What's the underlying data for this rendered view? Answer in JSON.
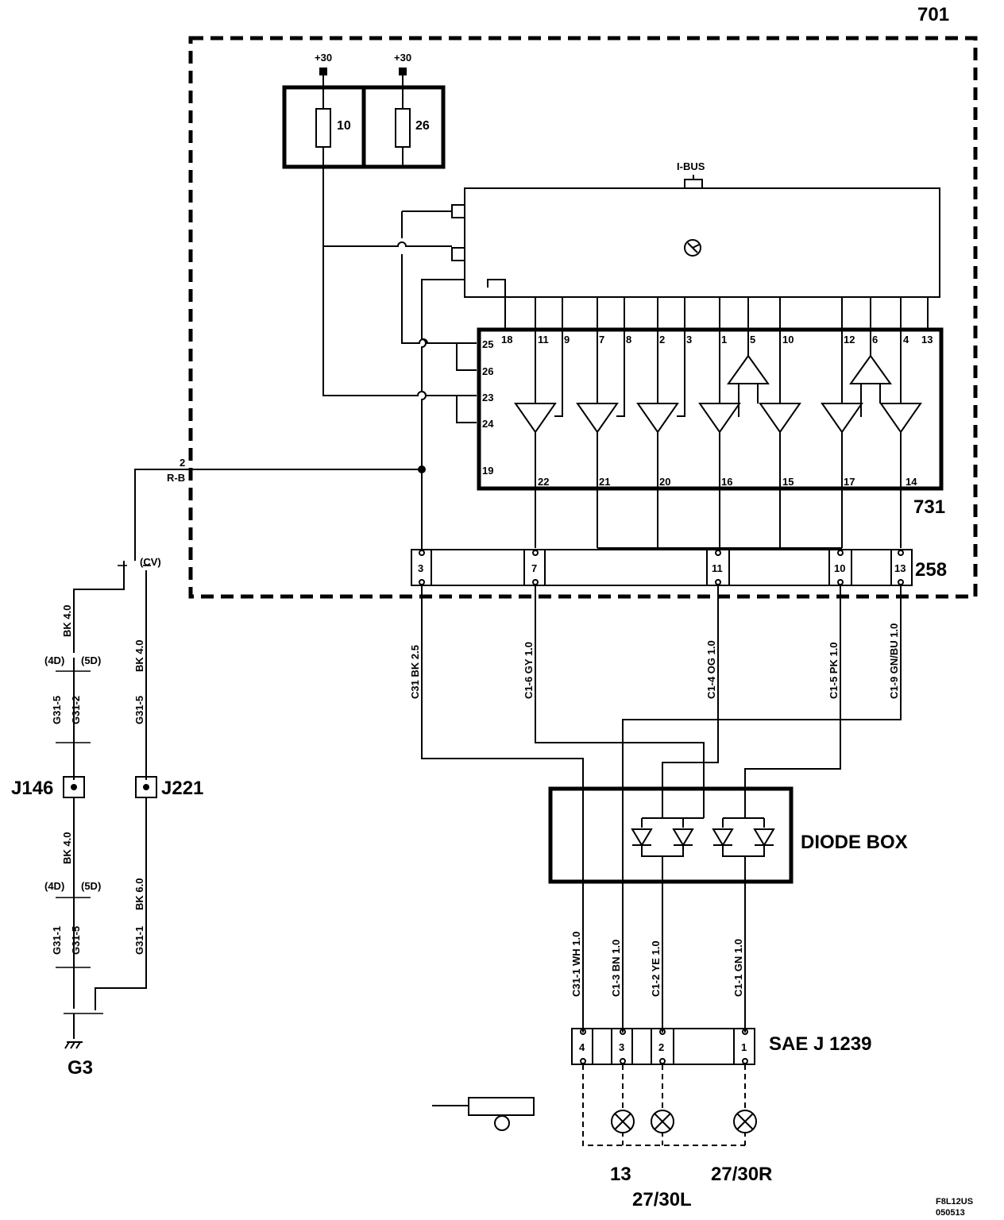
{
  "labels": {
    "module_701": "701",
    "plus30_a": "+30",
    "plus30_b": "+30",
    "fuse_10": "10",
    "fuse_26": "26",
    "ibus": "I-BUS",
    "module_731": "731",
    "connector_258": "258",
    "diode_box": "DIODE BOX",
    "sae_connector": "SAE J 1239",
    "pin2": "2",
    "rb": "R-B",
    "cv": "(CV)",
    "j146": "J146",
    "j221": "J221",
    "g3": "G3",
    "lamp_13": "13",
    "lamp_2730l": "27/30L",
    "lamp_2730r": "27/30R",
    "footer_code": "F8L12US",
    "footer_date": "050513"
  },
  "ic_pins_top": [
    "18",
    "11",
    "9",
    "7",
    "8",
    "2",
    "3",
    "1",
    "5",
    "10",
    "12",
    "6",
    "4",
    "13"
  ],
  "ic_pins_left": [
    "25",
    "26",
    "23",
    "24",
    "19"
  ],
  "ic_pins_bottom": [
    "22",
    "21",
    "20",
    "16",
    "15",
    "17",
    "14"
  ],
  "conn258_pins": [
    "3",
    "7",
    "11",
    "10",
    "13"
  ],
  "wires_upper": [
    "C31  BK  2.5",
    "C1-6  GY  1.0",
    "C1-4  OG  1.0",
    "C1-5  PK  1.0",
    "C1-9  GN/BU 1.0"
  ],
  "wires_lower": [
    "C31-1 WH  1.0",
    "C1-3  BN  1.0",
    "C1-2  YE  1.0",
    "C1-1  GN  1.0"
  ],
  "sae_pins": [
    "4",
    "3",
    "2",
    "1"
  ],
  "ground_labels": {
    "bk40_a": "BK 4.0",
    "d4_a": "(4D)",
    "d5_a": "(5D)",
    "g31_5_a": "G31-5",
    "g31_2": "G31-2",
    "bk40_b": "BK 4.0",
    "g31_5_b": "G31-5",
    "bk40_c": "BK 4.0",
    "d4_b": "(4D)",
    "d5_b": "(5D)",
    "g31_1_a": "G31-1",
    "g31_5_c": "G31-5",
    "g31_1_b": "G31-1",
    "bk60": "BK 6.0"
  }
}
